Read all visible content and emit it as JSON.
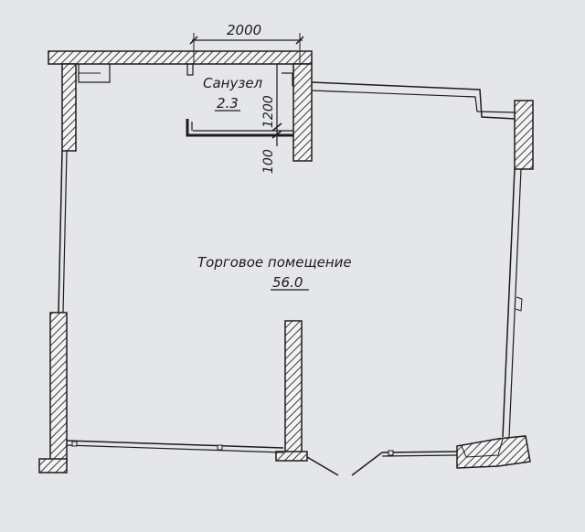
{
  "rooms": {
    "bathroom": {
      "name": "Санузел",
      "area": "2.3"
    },
    "sales_area": {
      "name": "Торговое помещение",
      "area": "56.0"
    }
  },
  "dimensions": {
    "top_width": "2000",
    "bath_depth": "1200",
    "partition_thickness": "100"
  },
  "colors": {
    "paper": "#e4e6e9",
    "line": "#1c1c1c",
    "hatch": "#3a3a3a"
  }
}
